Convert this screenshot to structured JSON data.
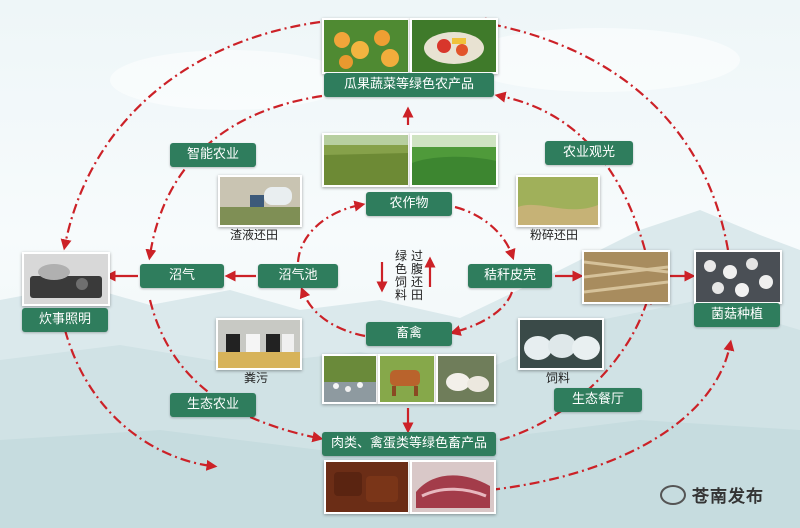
{
  "nodes": {
    "fruit_veg_products": "瓜果蔬菜等绿色农产品",
    "smart_agriculture": "智能农业",
    "agri_tourism": "农业观光",
    "crops": "农作物",
    "biogas_digester": "沼气池",
    "biogas": "沼气",
    "straw_husk": "秸秆皮壳",
    "livestock_poultry": "畜禽",
    "cooking_lighting": "炊事照明",
    "mushroom_cultivation": "菌菇种植",
    "eco_agriculture": "生态农业",
    "eco_restaurant": "生态餐厅",
    "meat_egg_products": "肉类、禽蛋类等绿色畜产品"
  },
  "captions": {
    "slurry_return": "渣液还田",
    "crush_return": "粉碎还田",
    "manure": "粪污",
    "feed": "饲料",
    "belly_return": "过腹还田",
    "feed_col": "绿色饲料"
  },
  "brand": "苍南发布",
  "colors": {
    "node_fill": "#2f7d5d",
    "arrow": "#cc2127"
  }
}
